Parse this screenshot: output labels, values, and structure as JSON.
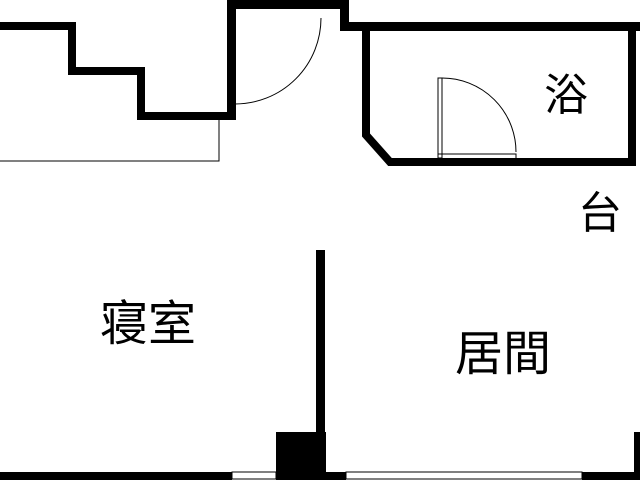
{
  "floorplan": {
    "rooms": {
      "bedroom": {
        "label": "寝室"
      },
      "living": {
        "label": "居間"
      },
      "bath": {
        "label": "浴"
      },
      "counter": {
        "label": "台"
      }
    }
  }
}
